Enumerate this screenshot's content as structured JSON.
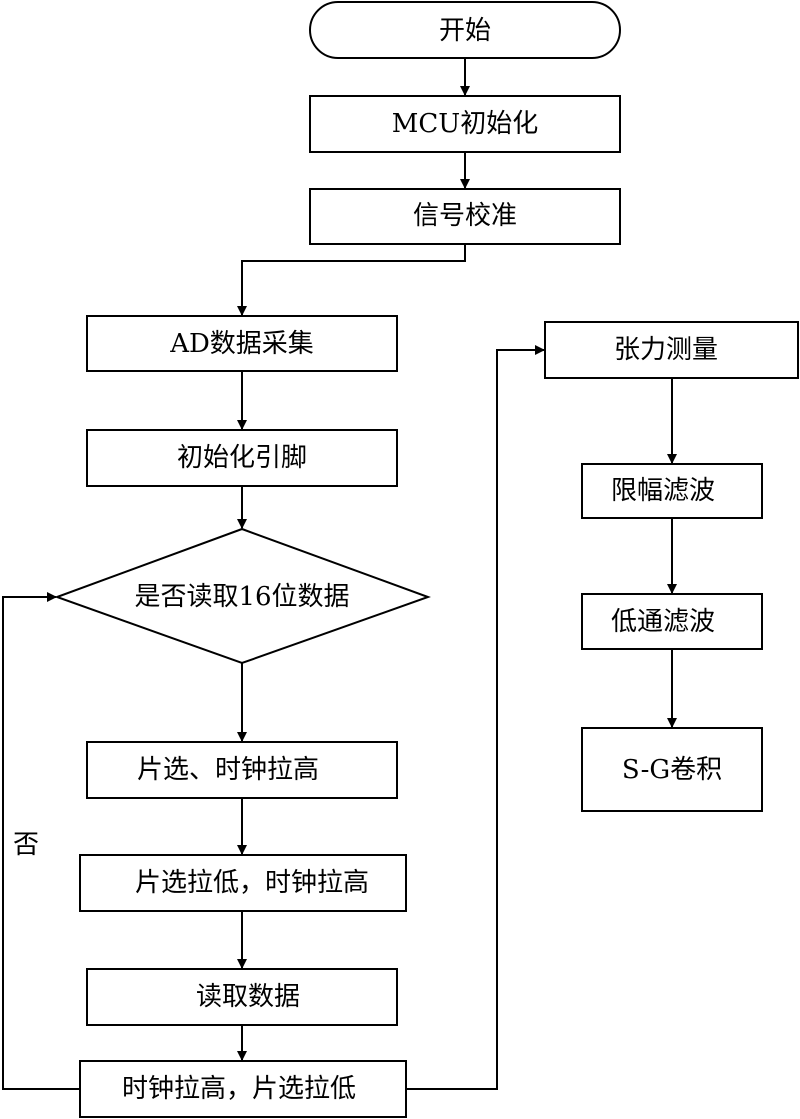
{
  "flowchart": {
    "start": "开始",
    "mcu_init": "MCU初始化",
    "signal_calibration": "信号校准",
    "ad_acquisition": "AD数据采集",
    "init_pins": "初始化引脚",
    "decision": "是否读取16位数据",
    "cs_clock_high": "片选、时钟拉高",
    "cs_low_clock_high": "片选拉低，时钟拉高",
    "read_data": "读取数据",
    "clock_high_cs_low": "时钟拉高，片选拉低",
    "no_label": "否",
    "tension_measure": "张力测量",
    "limit_filter": "限幅滤波",
    "lowpass_filter": "低通滤波",
    "sg_convolution": "S-G卷积"
  }
}
